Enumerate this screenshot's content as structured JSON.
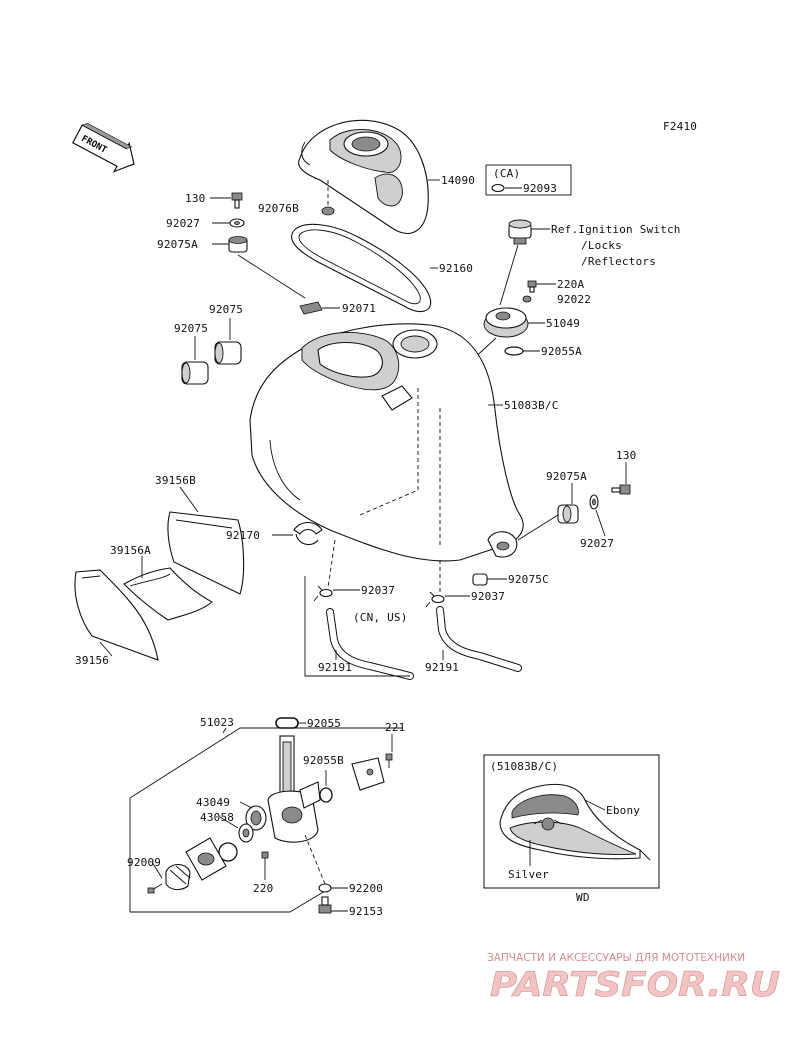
{
  "figure_code": "F2410",
  "front_label": "FRONT",
  "labels": {
    "l14090": "14090",
    "l130a": "130",
    "l92076B": "92076B",
    "l92027a": "92027",
    "l92075Aa": "92075A",
    "l92160": "92160",
    "l92071": "92071",
    "l92075": "92075",
    "l92075b": "92075",
    "ca_box": "(CA)",
    "l92093": "92093",
    "ign1": "Ref.Ignition Switch",
    "ign2": "/Locks",
    "ign3": "/Reflectors",
    "l220A": "220A",
    "l92022": "92022",
    "l51049": "51049",
    "l92055A": "92055A",
    "l51083": "51083B/C",
    "l130b": "130",
    "l92075Ab": "92075A",
    "l92027b": "92027",
    "l92075C": "92075C",
    "l39156B": "39156B",
    "l39156A": "39156A",
    "l39156": "39156",
    "l92170": "92170",
    "l92037a": "92037",
    "l92037b": "92037",
    "cn_us": "(CN, US)",
    "l92191a": "92191",
    "l92191b": "92191",
    "l51023": "51023",
    "l92055": "92055",
    "l221": "221",
    "l92055B": "92055B",
    "l43049": "43049",
    "l43058": "43058",
    "l92009": "92009",
    "l220": "220",
    "l92200": "92200",
    "l92153": "92153",
    "inset_code": "(51083B/C)",
    "ebony": "Ebony",
    "silver": "Silver",
    "wd": "WD"
  },
  "watermark": {
    "tagline": "ЗАПЧАСТИ И АКСЕССУАРЫ ДЛЯ МОТОТЕХНИКИ",
    "logo": "PARTSFOR.RU"
  },
  "colors": {
    "ink": "#111111",
    "watermark": "#d98b8b"
  }
}
